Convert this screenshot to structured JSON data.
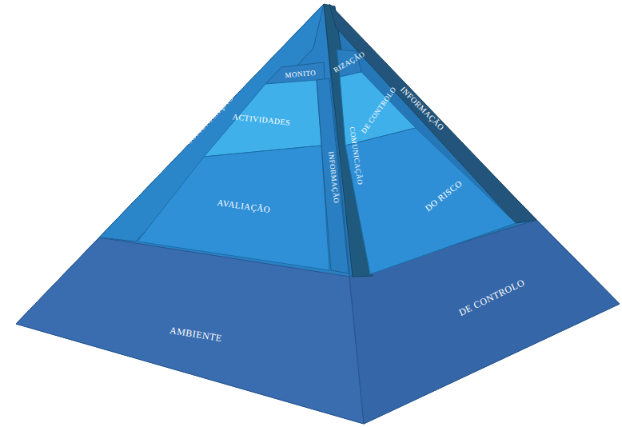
{
  "diagram": {
    "labels": [
      "MONITO",
      "RIZAÇÃO",
      "INFORMAÇÃO",
      "COMUNICAÇÃO",
      "ACTIVIDADES",
      "DE CONTROLO",
      "INFORMAÇÃO",
      "COMUNICAÇÃO",
      "AVALIAÇÃO",
      "DO RISCO",
      "AMBIENTE",
      "DE CONTROLO"
    ]
  }
}
